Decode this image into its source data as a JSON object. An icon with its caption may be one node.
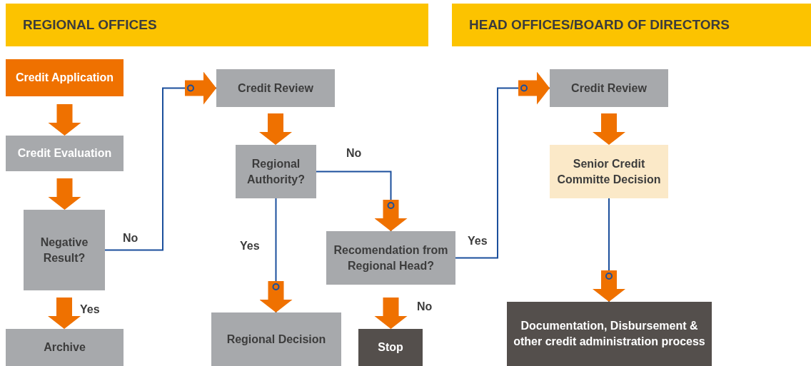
{
  "diagram": {
    "nodes": [
      {
        "text": [
          "REGIONAL OFFICES"
        ]
      },
      {
        "text": [
          "HEAD OFFICES/BOARD OF DIRECTORS"
        ]
      },
      {
        "text": [
          "Credit Application"
        ]
      },
      {
        "text": [
          "Credit Evaluation"
        ]
      },
      {
        "text": [
          "Negative Result?"
        ]
      },
      {
        "text": [
          "Archive"
        ]
      },
      {
        "text": [
          "Credit Review"
        ]
      },
      {
        "text": [
          "Regional Authority?"
        ]
      },
      {
        "text": [
          "Regional Decision"
        ]
      },
      {
        "text": [
          "Recomendation from Regional Head?"
        ]
      },
      {
        "text": [
          "Stop"
        ]
      },
      {
        "text": [
          "Credit Review"
        ]
      },
      {
        "text": [
          "Senior Credit Committe Decision"
        ]
      },
      {
        "text": [
          "Documentation, Disbursement & other credit administration process"
        ]
      }
    ],
    "edges": [
      {
        "from": 2,
        "to": 3,
        "arrow": "to"
      },
      {
        "from": 3,
        "to": 4,
        "arrow": "to"
      },
      {
        "from": 4,
        "to": 5,
        "arrow": "to",
        "label": "Yes"
      },
      {
        "from": 4,
        "to": 6,
        "arrow": "to",
        "label": "No"
      },
      {
        "from": 6,
        "to": 7,
        "arrow": "to"
      },
      {
        "from": 7,
        "to": 8,
        "arrow": "to",
        "label": "Yes"
      },
      {
        "from": 7,
        "to": 9,
        "arrow": "to",
        "label": "No"
      },
      {
        "from": 9,
        "to": 10,
        "arrow": "to",
        "label": "No"
      },
      {
        "from": 9,
        "to": 11,
        "arrow": "to",
        "label": "Yes"
      },
      {
        "from": 11,
        "to": 12,
        "arrow": "to"
      },
      {
        "from": 12,
        "to": 13,
        "arrow": "to"
      }
    ]
  }
}
